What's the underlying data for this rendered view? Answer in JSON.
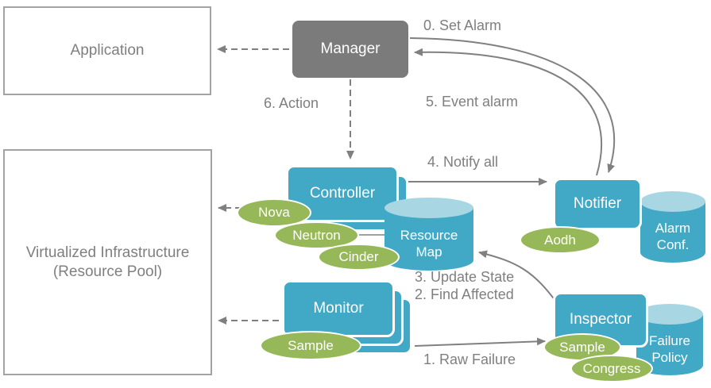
{
  "colors": {
    "box_blue": "#41a8c6",
    "cylinder_top_blue": "#a9d6e3",
    "ellipse_green": "#96b859",
    "manager_gray": "#7b7b7b",
    "text_gray": "#7f7f7f",
    "arrow_gray": "#808080"
  },
  "boxes": {
    "application": {
      "label": "Application"
    },
    "virtualized_infrastructure": {
      "line1": "Virtualized  Infrastructure",
      "line2": "(Resource Pool)"
    },
    "manager": {
      "label": "Manager"
    },
    "controller": {
      "label": "Controller"
    },
    "monitor": {
      "label": "Monitor"
    },
    "notifier": {
      "label": "Notifier"
    },
    "inspector": {
      "label": "Inspector"
    }
  },
  "cylinders": {
    "resource_map": {
      "line1": "Resource",
      "line2": "Map"
    },
    "alarm_conf": {
      "line1": "Alarm",
      "line2": "Conf."
    },
    "failure_policy": {
      "line1": "Failure",
      "line2": "Policy"
    }
  },
  "ellipses": {
    "nova": "Nova",
    "neutron": "Neutron",
    "cinder": "Cinder",
    "aodh": "Aodh",
    "monitor_sample": "Sample",
    "inspector_sample": "Sample",
    "congress": "Congress"
  },
  "step_labels": {
    "step0": "0. Set Alarm",
    "step1": "1. Raw Failure",
    "step2": "2. Find Affected",
    "step3": "3. Update State",
    "step4": "4. Notify all",
    "step5": "5. Event alarm",
    "step6": "6. Action"
  }
}
